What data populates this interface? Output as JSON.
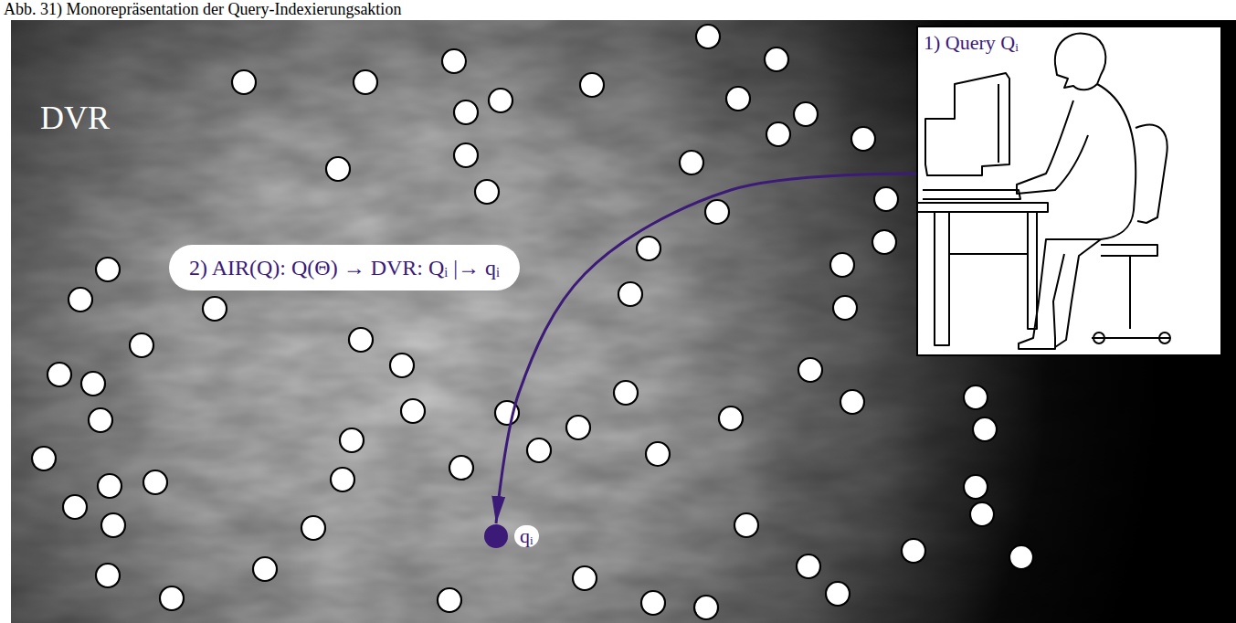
{
  "diagram": {
    "caption": "Abb. 31) Monorepräsentation der Query-Indexierungsaktion",
    "nodes": [
      {
        "text": [
          "1) Query Qᵢ"
        ]
      },
      {
        "text": [
          "qᵢ"
        ]
      }
    ],
    "edges": [
      {
        "from": 0,
        "to": 1,
        "arrow": "to",
        "label": "2) AIR(Q): Q(Θ) → DVR: Qᵢ |→ qᵢ"
      }
    ],
    "labels": [
      "DVR"
    ]
  }
}
